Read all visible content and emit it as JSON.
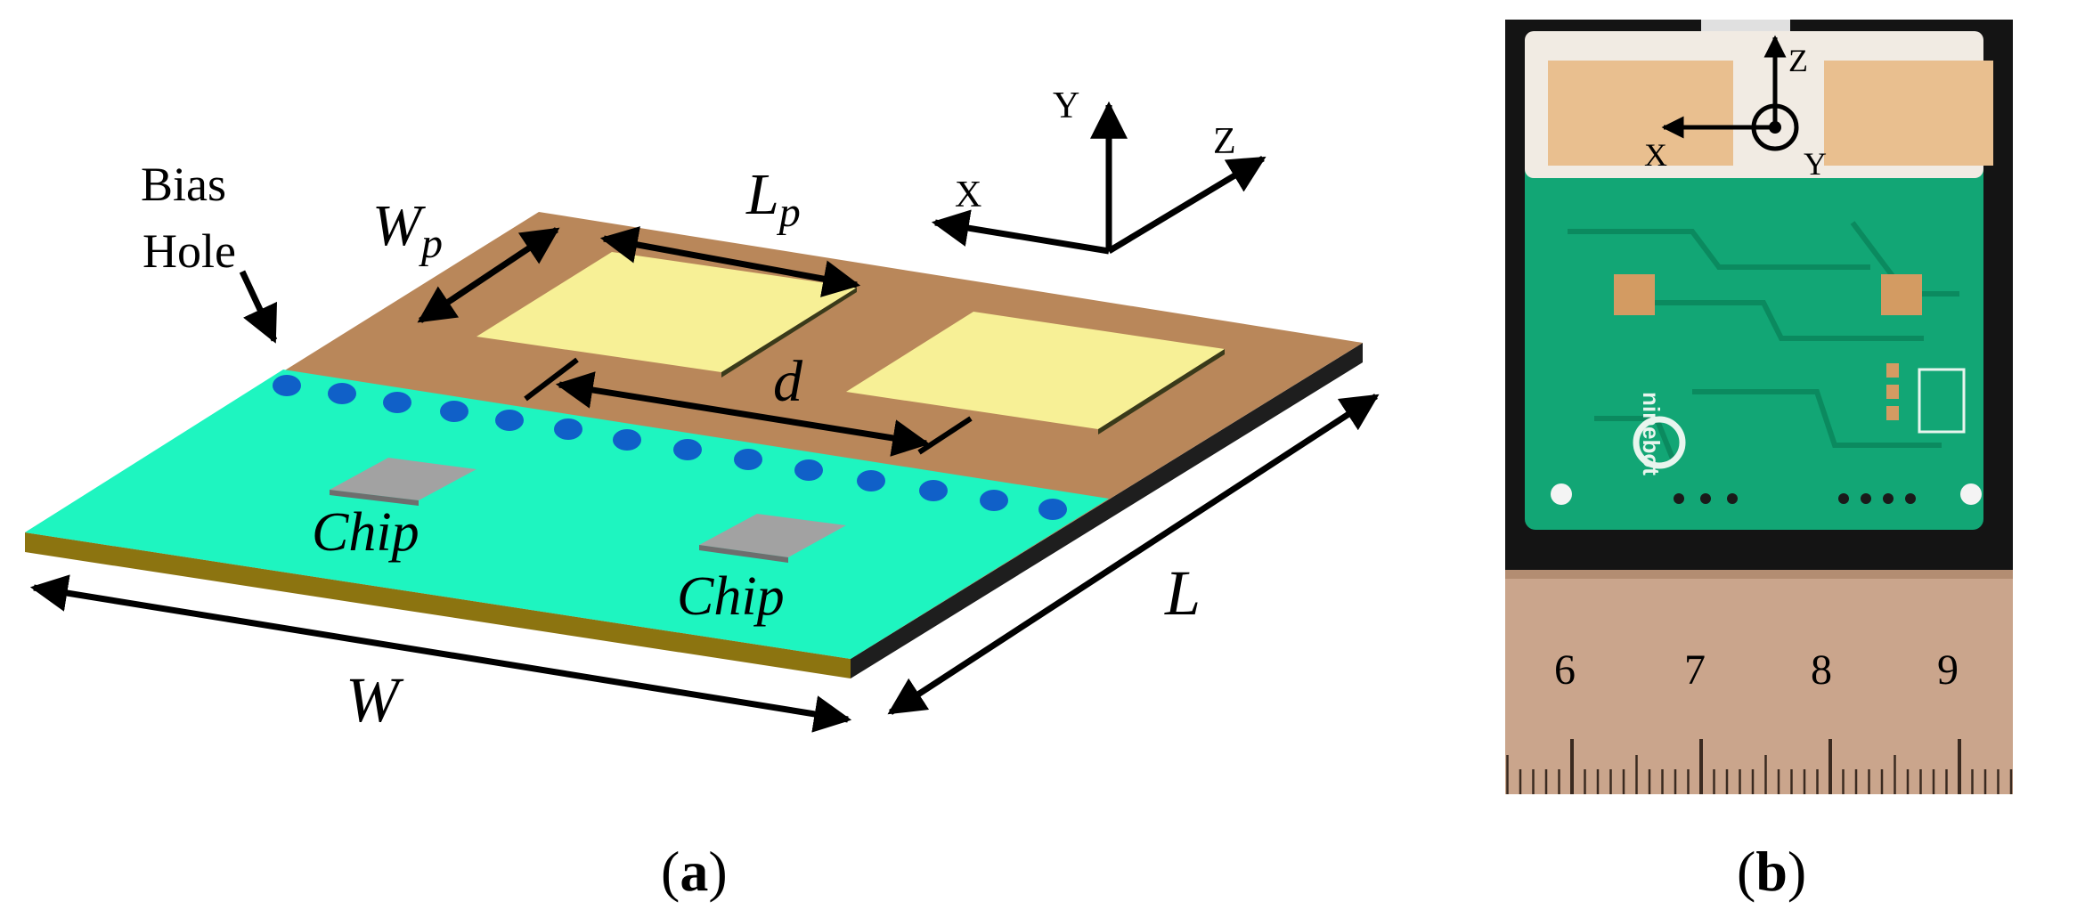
{
  "panel_a": {
    "label_bias_line1": "Bias",
    "label_bias_line2": "Hole",
    "label_Wp_main": "W",
    "label_Wp_sub": "p",
    "label_Lp_main": "L",
    "label_Lp_sub": "p",
    "label_d": "d",
    "label_chip_1": "Chip",
    "label_chip_2": "Chip",
    "label_W": "W",
    "label_L": "L",
    "axis_x": "X",
    "axis_y": "Y",
    "axis_z": "Z",
    "caption_open": "(",
    "caption_letter": "a",
    "caption_close": ")",
    "colors": {
      "substrate_top": "#b9875a",
      "ground_green": "#1ef5c0",
      "patch_yellow": "#f7f096",
      "edge_gold": "#8c7410",
      "edge_dark": "#1e1e1e",
      "via_blue": "#1060c8",
      "chip_gray": "#a2a2a2"
    }
  },
  "panel_b": {
    "axis_z": "Z",
    "axis_x": "X",
    "axis_y": "Y",
    "silk_brand": "ninebot",
    "ruler_numbers": [
      "6",
      "7",
      "8",
      "9"
    ],
    "caption_open": "(",
    "caption_letter": "b",
    "caption_close": ")",
    "colors": {
      "board_green": "#12a675",
      "copper": "#e9bf8f",
      "ruler": "#caa58c",
      "background": "#141414"
    }
  }
}
